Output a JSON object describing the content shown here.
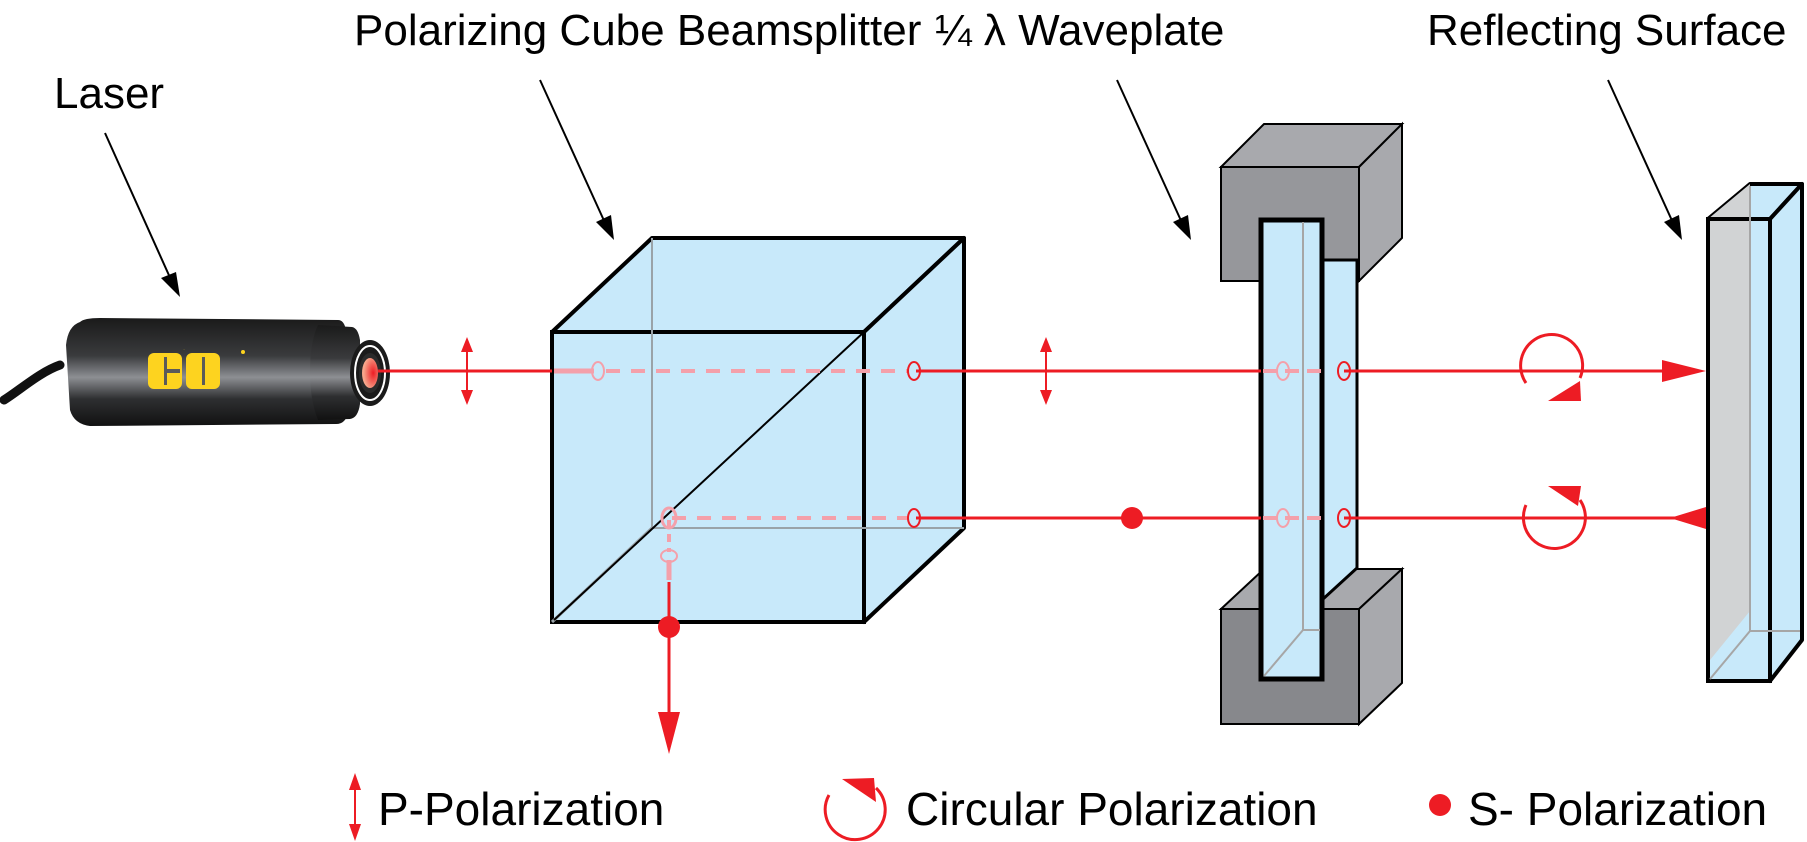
{
  "diagram": {
    "title": "Polarizing beamsplitter optical isolator setup",
    "labels": {
      "laser": "Laser",
      "beamsplitter": "Polarizing Cube Beamsplitter",
      "waveplate": "¼ λ Waveplate",
      "reflector": "Reflecting Surface"
    },
    "legend": [
      {
        "id": "p",
        "icon": "p-polarization-arrow-icon",
        "label": "P-Polarization"
      },
      {
        "id": "circular",
        "icon": "circular-polarization-icon",
        "label": "Circular Polarization"
      },
      {
        "id": "s",
        "icon": "s-polarization-dot-icon",
        "label": "S- Polarization"
      }
    ],
    "laser_logo": "EO",
    "colors": {
      "beam": "#ed1c24",
      "beam_inside": "#f4a0aa",
      "glass": "#c8e9fa",
      "outline": "#000000",
      "mount_front": "#87888c",
      "mount_side": "#a8a9ad",
      "mirror_face": "#d1d3d4",
      "logo": "#fdd31f",
      "text": "#000000"
    }
  }
}
